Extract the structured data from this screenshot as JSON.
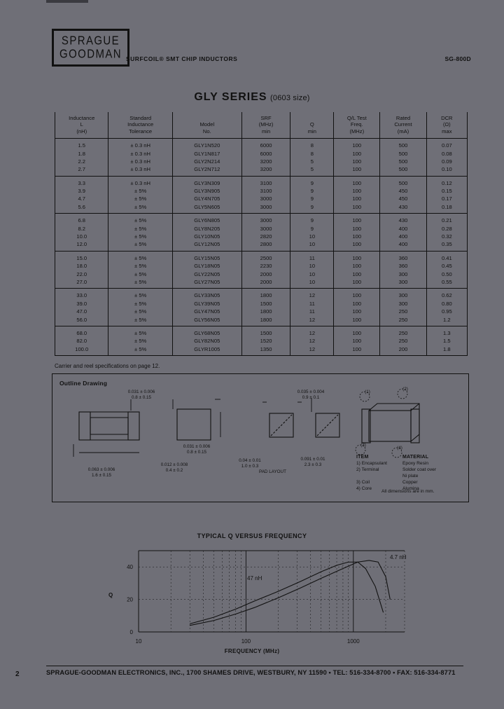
{
  "header": {
    "logo_line1": "SPRAGUE",
    "logo_line2": "GOODMAN",
    "subtitle": "SURFCOIL® SMT CHIP INDUCTORS",
    "doc_code": "SG-800D"
  },
  "title": {
    "series": "GLY SERIES",
    "size": "(0603 size)"
  },
  "table": {
    "columns": [
      "Inductance\nL\n(nH)",
      "Standard\nInductance\nTolerance",
      "Model\nNo.",
      "SRF\n(MHz)\nmin",
      "Q\nmin",
      "Q/L Test\nFreq.\n(MHz)",
      "Rated\nCurrent\n(mA)",
      "DCR\n(Ω)\nmax"
    ],
    "col_inductance_l1": "Inductance",
    "col_inductance_l2": "L",
    "col_inductance_l3": "(nH)",
    "col_tol_l1": "Standard",
    "col_tol_l2": "Inductance",
    "col_tol_l3": "Tolerance",
    "col_model_l1": "Model",
    "col_model_l2": "No.",
    "col_srf_l1": "SRF",
    "col_srf_l2": "(MHz)",
    "col_srf_l3": "min",
    "col_q_l1": "Q",
    "col_q_l2": "min",
    "col_ql_l1": "Q/L Test",
    "col_ql_l2": "Freq.",
    "col_ql_l3": "(MHz)",
    "col_rc_l1": "Rated",
    "col_rc_l2": "Current",
    "col_rc_l3": "(mA)",
    "col_dcr_l1": "DCR",
    "col_dcr_l2": "(Ω)",
    "col_dcr_l3": "max",
    "groups": [
      {
        "rows": [
          {
            "inductance": "1.5",
            "tolerance": "± 0.3 nH",
            "model": "GLY1N520",
            "srf": "6000",
            "q": "8",
            "ql_freq": "100",
            "current": "500",
            "dcr": "0.07"
          },
          {
            "inductance": "1.8",
            "tolerance": "± 0.3 nH",
            "model": "GLY1N817",
            "srf": "6000",
            "q": "8",
            "ql_freq": "100",
            "current": "500",
            "dcr": "0.08"
          },
          {
            "inductance": "2.2",
            "tolerance": "± 0.3 nH",
            "model": "GLY2N214",
            "srf": "3200",
            "q": "5",
            "ql_freq": "100",
            "current": "500",
            "dcr": "0.09"
          },
          {
            "inductance": "2.7",
            "tolerance": "± 0.3 nH",
            "model": "GLY2N712",
            "srf": "3200",
            "q": "5",
            "ql_freq": "100",
            "current": "500",
            "dcr": "0.10"
          }
        ]
      },
      {
        "rows": [
          {
            "inductance": "3.3",
            "tolerance": "± 0.3 nH",
            "model": "GLY3N309",
            "srf": "3100",
            "q": "9",
            "ql_freq": "100",
            "current": "500",
            "dcr": "0.12"
          },
          {
            "inductance": "3.9",
            "tolerance": "± 5%",
            "model": "GLY3N905",
            "srf": "3100",
            "q": "9",
            "ql_freq": "100",
            "current": "450",
            "dcr": "0.15"
          },
          {
            "inductance": "4.7",
            "tolerance": "± 5%",
            "model": "GLY4N705",
            "srf": "3000",
            "q": "9",
            "ql_freq": "100",
            "current": "450",
            "dcr": "0.17"
          },
          {
            "inductance": "5.6",
            "tolerance": "± 5%",
            "model": "GLY5N605",
            "srf": "3000",
            "q": "9",
            "ql_freq": "100",
            "current": "430",
            "dcr": "0.18"
          }
        ]
      },
      {
        "rows": [
          {
            "inductance": "6.8",
            "tolerance": "± 5%",
            "model": "GLY6N805",
            "srf": "3000",
            "q": "9",
            "ql_freq": "100",
            "current": "430",
            "dcr": "0.21"
          },
          {
            "inductance": "8.2",
            "tolerance": "± 5%",
            "model": "GLY8N205",
            "srf": "3000",
            "q": "9",
            "ql_freq": "100",
            "current": "400",
            "dcr": "0.28"
          },
          {
            "inductance": "10.0",
            "tolerance": "± 5%",
            "model": "GLY10N05",
            "srf": "2820",
            "q": "10",
            "ql_freq": "100",
            "current": "400",
            "dcr": "0.32"
          },
          {
            "inductance": "12.0",
            "tolerance": "± 5%",
            "model": "GLY12N05",
            "srf": "2800",
            "q": "10",
            "ql_freq": "100",
            "current": "400",
            "dcr": "0.35"
          }
        ]
      },
      {
        "rows": [
          {
            "inductance": "15.0",
            "tolerance": "± 5%",
            "model": "GLY15N05",
            "srf": "2500",
            "q": "11",
            "ql_freq": "100",
            "current": "360",
            "dcr": "0.41"
          },
          {
            "inductance": "18.0",
            "tolerance": "± 5%",
            "model": "GLY18N05",
            "srf": "2230",
            "q": "10",
            "ql_freq": "100",
            "current": "360",
            "dcr": "0.45"
          },
          {
            "inductance": "22.0",
            "tolerance": "± 5%",
            "model": "GLY22N05",
            "srf": "2000",
            "q": "10",
            "ql_freq": "100",
            "current": "300",
            "dcr": "0.50"
          },
          {
            "inductance": "27.0",
            "tolerance": "± 5%",
            "model": "GLY27N05",
            "srf": "2000",
            "q": "10",
            "ql_freq": "100",
            "current": "300",
            "dcr": "0.55"
          }
        ]
      },
      {
        "rows": [
          {
            "inductance": "33.0",
            "tolerance": "± 5%",
            "model": "GLY33N05",
            "srf": "1800",
            "q": "12",
            "ql_freq": "100",
            "current": "300",
            "dcr": "0.62"
          },
          {
            "inductance": "39.0",
            "tolerance": "± 5%",
            "model": "GLY39N05",
            "srf": "1500",
            "q": "11",
            "ql_freq": "100",
            "current": "300",
            "dcr": "0.80"
          },
          {
            "inductance": "47.0",
            "tolerance": "± 5%",
            "model": "GLY47N05",
            "srf": "1800",
            "q": "11",
            "ql_freq": "100",
            "current": "250",
            "dcr": "0.95"
          },
          {
            "inductance": "56.0",
            "tolerance": "± 5%",
            "model": "GLY56N05",
            "srf": "1800",
            "q": "12",
            "ql_freq": "100",
            "current": "250",
            "dcr": "1.2"
          }
        ]
      },
      {
        "rows": [
          {
            "inductance": "68.0",
            "tolerance": "± 5%",
            "model": "GLY68N05",
            "srf": "1500",
            "q": "12",
            "ql_freq": "100",
            "current": "250",
            "dcr": "1.3"
          },
          {
            "inductance": "82.0",
            "tolerance": "± 5%",
            "model": "GLY82N05",
            "srf": "1520",
            "q": "12",
            "ql_freq": "100",
            "current": "250",
            "dcr": "1.5"
          },
          {
            "inductance": "100.0",
            "tolerance": "± 5%",
            "model": "GLYR1005",
            "srf": "1350",
            "q": "12",
            "ql_freq": "100",
            "current": "200",
            "dcr": "1.8"
          }
        ]
      }
    ]
  },
  "carrier_note": "Carrier and reel specifications on page 12.",
  "outline": {
    "title": "Outline Drawing",
    "dim_height": "0.031 ± 0.006\n0.8 ± 0.15",
    "dim_height_in": "0.031 ± 0.006",
    "dim_height_mm": "0.8 ± 0.15",
    "dim_width_in": "0.031 ± 0.006",
    "dim_width_mm": "0.8 ± 0.15",
    "dim_length_in": "0.063 ± 0.006",
    "dim_length_mm": "1.6 ± 0.15",
    "dim_term_in": "0.012 ± 0.008",
    "dim_term_mm": "0.4 ± 0.2",
    "dim_pad_small_in": "0.04 ± 0.01",
    "dim_pad_small_mm": "1.0 ± 0.3",
    "dim_pad_gap_in": "0.035 ± 0.004",
    "dim_pad_gap_mm": "0.9 ± 0.1",
    "dim_pad_w_in": "0.091 ± 0.01",
    "dim_pad_w_mm": "2.3 ± 0.3",
    "pad_layout_label": "PAD LAYOUT",
    "materials_header_item": "ITEM",
    "materials_header_material": "MATERIAL",
    "materials": [
      {
        "item": "1) Encapsulant",
        "material": "Epoxy Resin"
      },
      {
        "item": "2) Terminal",
        "material": "Solder coat over\nNi plate"
      },
      {
        "item": "3) Coil",
        "material": "Copper"
      },
      {
        "item": "4) Core",
        "material": "Alumina"
      }
    ],
    "mat_1_item": "1) Encapsulant",
    "mat_1_mat": "Epoxy Resin",
    "mat_2_item": "2) Terminal",
    "mat_2_mat": "Solder coat over",
    "mat_2_mat_b": "Ni plate",
    "mat_3_item": "3) Coil",
    "mat_3_mat": "Copper",
    "mat_4_item": "4) Core",
    "mat_4_mat": "Alumina",
    "dims_note": "All dimensions are in mm.",
    "callout_1": "(1)",
    "callout_2": "(2)",
    "callout_3": "(3)",
    "callout_4": "(4)"
  },
  "chart_data": {
    "type": "line",
    "title": "TYPICAL Q VERSUS FREQUENCY",
    "xlabel": "FREQUENCY (MHz)",
    "ylabel": "Q",
    "xscale": "log",
    "xlim": [
      10,
      3000
    ],
    "ylim": [
      0,
      50
    ],
    "xticks": [
      10,
      100,
      1000
    ],
    "xtick_labels": [
      "10",
      "100",
      "1000"
    ],
    "yticks": [
      0,
      20,
      40
    ],
    "ytick_labels": [
      "0",
      "20",
      "40"
    ],
    "grid": true,
    "legend_position": "inline-annotations",
    "series": [
      {
        "name": "4.7 nH",
        "label": "4.7 nH",
        "x": [
          30,
          50,
          80,
          120,
          200,
          320,
          500,
          800,
          1100,
          1400,
          1700,
          2000,
          2200
        ],
        "y": [
          4,
          7,
          11,
          15,
          21,
          27,
          33,
          39,
          43,
          44,
          43,
          34,
          20
        ]
      },
      {
        "name": "47 nH",
        "label": "47 nH",
        "x": [
          30,
          50,
          80,
          120,
          200,
          320,
          500,
          700,
          900,
          1100,
          1300,
          1600,
          1900
        ],
        "y": [
          5,
          9,
          14,
          19,
          25,
          31,
          37,
          41,
          43,
          43,
          39,
          28,
          12
        ]
      }
    ]
  },
  "footer": {
    "page_number": "2",
    "text": "SPRAGUE-GOODMAN ELECTRONICS, INC., 1700 SHAMES DRIVE, WESTBURY, NY 11590 • TEL: 516-334-8700 • FAX: 516-334-8771"
  },
  "colors": {
    "background": "#6f6f77",
    "ink": "#111111"
  }
}
